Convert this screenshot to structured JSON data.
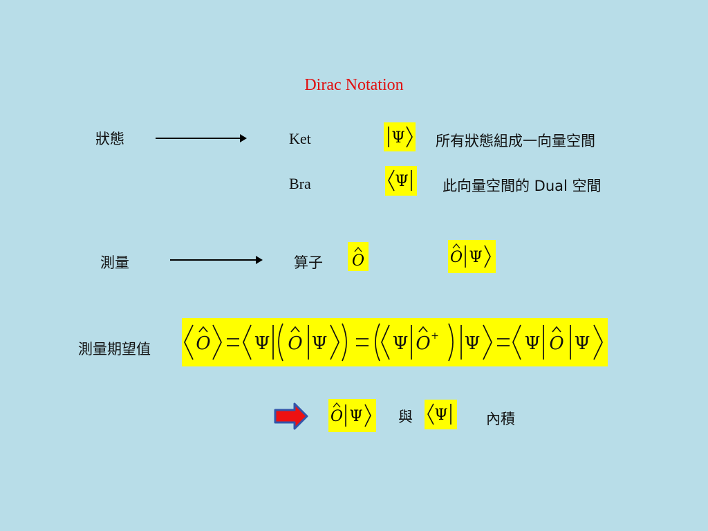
{
  "title": "Dirac Notation",
  "row_state": {
    "label": "狀態",
    "ket_label": "Ket",
    "bra_label": "Bra",
    "ket_desc": "所有狀態組成一向量空間",
    "bra_desc": "此向量空間的 Dual 空間"
  },
  "row_measure": {
    "label": "測量",
    "operator_label": "算子"
  },
  "row_expectation": {
    "label": "測量期望值"
  },
  "row_inner": {
    "connector": "與",
    "desc": "內積"
  },
  "symbols": {
    "psi": "Ψ",
    "op": "O",
    "dagger": "+"
  },
  "colors": {
    "background": "#b8dde8",
    "title": "#e01010",
    "highlight": "#ffff00",
    "arrow_fill": "#ee1111",
    "arrow_stroke": "#3355aa"
  }
}
